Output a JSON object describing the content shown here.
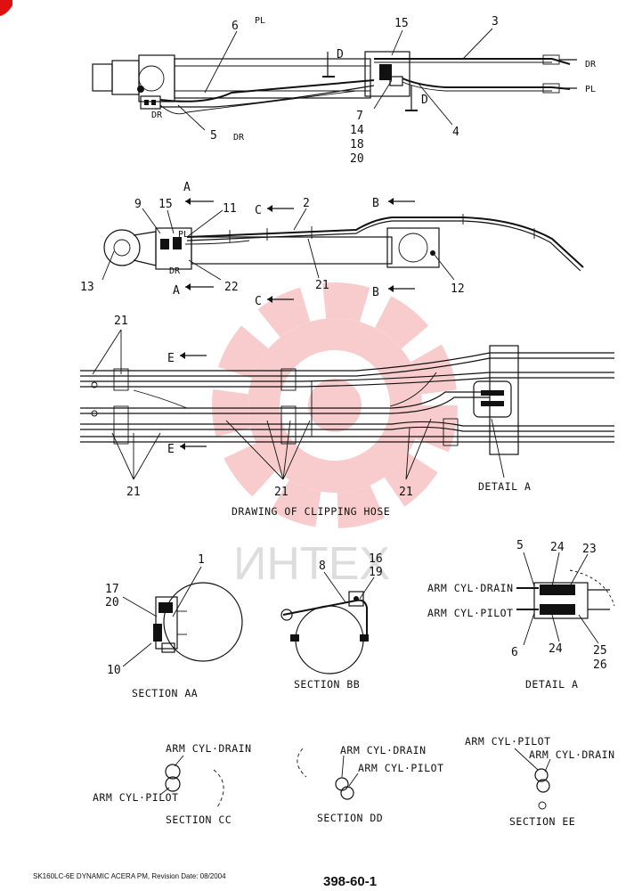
{
  "watermark": {
    "text": "ИНТЕХ",
    "color": "#f08080"
  },
  "top_view": {
    "callouts": {
      "n6": "6",
      "pl1": "PL",
      "n15": "15",
      "n3": "3",
      "dr1": "DR",
      "pl2": "PL",
      "d1": "D",
      "d2": "D",
      "n7": "7",
      "n14": "14",
      "n18": "18",
      "n20": "20",
      "n4": "4",
      "n5": "5",
      "dr2": "DR",
      "dr3": "DR"
    }
  },
  "side_view": {
    "callouts": {
      "a1": "A",
      "a2": "A",
      "b1": "B",
      "b2": "B",
      "c1": "C",
      "c2": "C",
      "n2": "2",
      "n9": "9",
      "n15": "15",
      "n11": "11",
      "n13": "13",
      "n21": "21",
      "n22": "22",
      "n12": "12",
      "dr": "DR",
      "pl": "PL"
    }
  },
  "clipping": {
    "caption": "DRAWING OF CLIPPING HOSE",
    "detail_ref": "DETAIL A",
    "callouts": {
      "t21": "21",
      "b21a": "21",
      "b21b": "21",
      "b21c": "21",
      "e1": "E",
      "e2": "E"
    }
  },
  "section_aa": {
    "caption": "SECTION AA",
    "n1": "1",
    "n17": "17",
    "n20": "20",
    "n10": "10"
  },
  "section_bb": {
    "caption": "SECTION BB",
    "n8": "8",
    "n16": "16",
    "n19": "19"
  },
  "detail_a": {
    "caption": "DETAIL A",
    "drain": "ARM CYL·DRAIN",
    "pilot": "ARM CYL·PILOT",
    "n5": "5",
    "n24a": "24",
    "n23": "23",
    "n6": "6",
    "n24b": "24",
    "n25": "25",
    "n26": "26"
  },
  "section_cc": {
    "caption": "SECTION CC",
    "drain": "ARM CYL·DRAIN",
    "pilot": "ARM CYL·PILOT"
  },
  "section_dd": {
    "caption": "SECTION DD",
    "drain": "ARM CYL·DRAIN",
    "pilot": "ARM CYL·PILOT"
  },
  "section_ee": {
    "caption": "SECTION EE",
    "pilot": "ARM CYL·PILOT",
    "drain": "ARM CYL·DRAIN"
  },
  "footer": {
    "doc": "SK160LC-6E DYNAMIC ACERA PM, Revision Date: 08/2004",
    "page": "398-60-1"
  }
}
